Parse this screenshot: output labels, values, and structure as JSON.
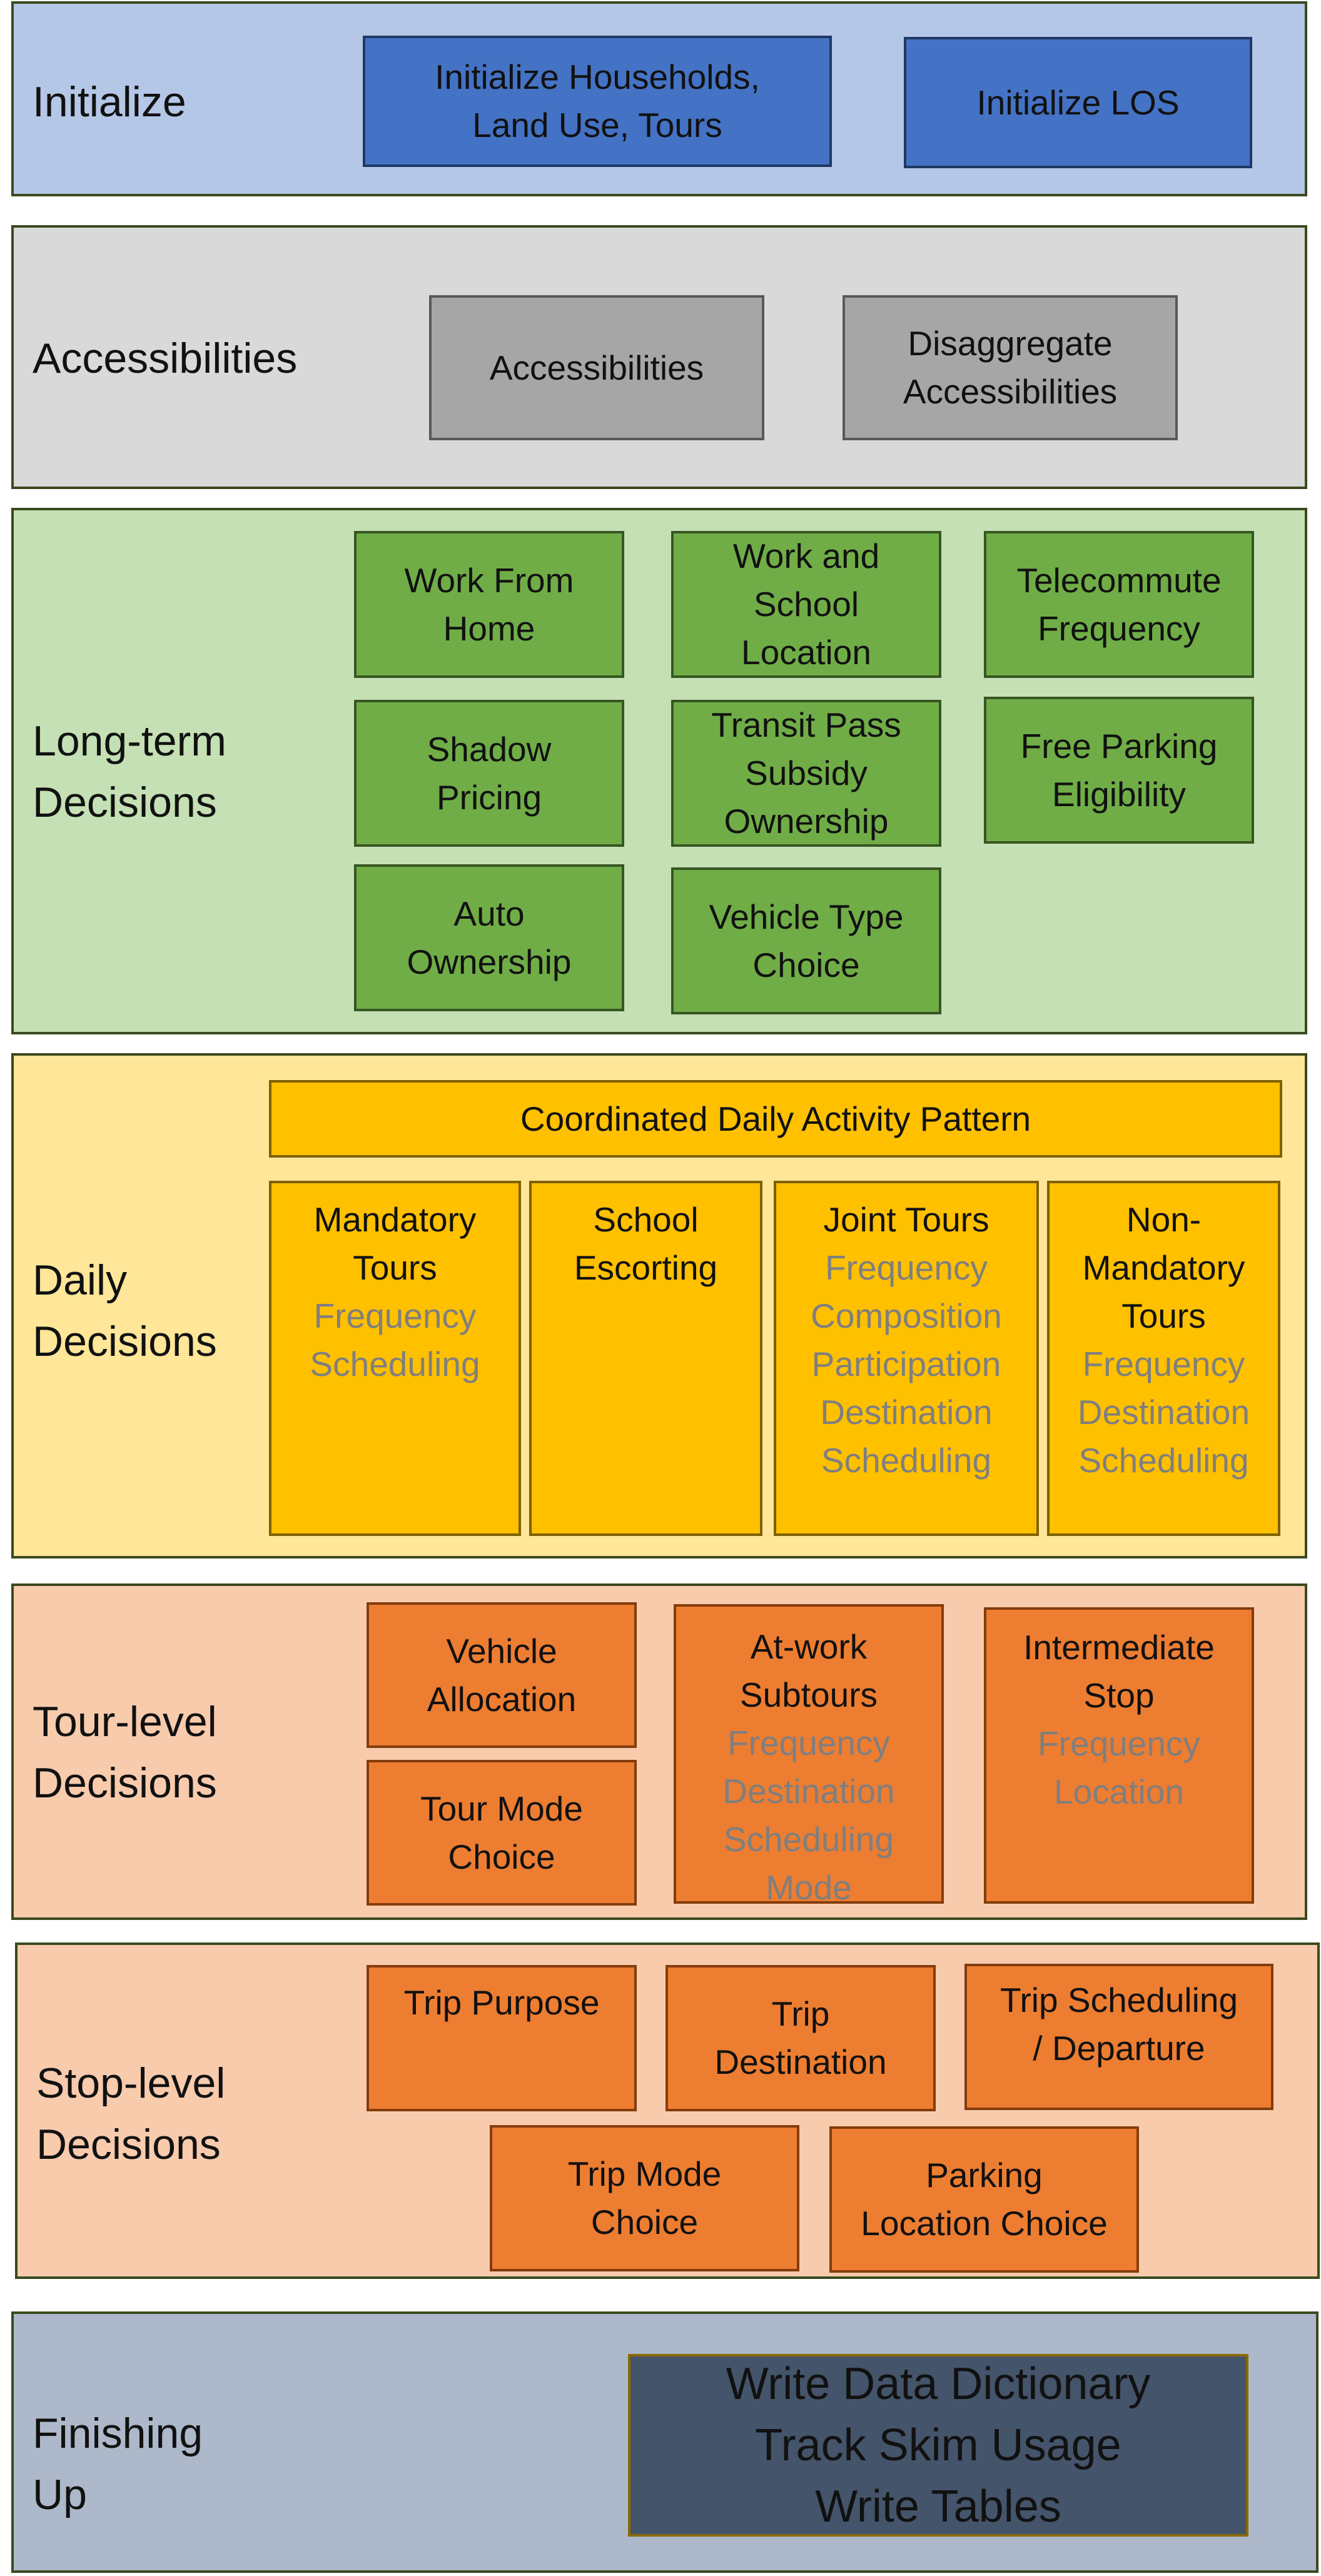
{
  "sections": {
    "initialize": {
      "label": [
        "Initialize"
      ],
      "boxes": [
        {
          "lines": [
            "Initialize Households,",
            "Land Use, Tours"
          ]
        },
        {
          "lines": [
            "Initialize LOS"
          ]
        }
      ]
    },
    "accessibilities": {
      "label": [
        "Accessibilities"
      ],
      "boxes": [
        {
          "lines": [
            "Accessibilities"
          ]
        },
        {
          "lines": [
            "Disaggregate",
            "Accessibilities"
          ]
        }
      ]
    },
    "longterm": {
      "label": [
        "Long-term",
        "Decisions"
      ],
      "boxes": [
        {
          "lines": [
            "Work From",
            "Home"
          ]
        },
        {
          "lines": [
            "Work and",
            "School",
            "Location"
          ]
        },
        {
          "lines": [
            "Telecommute",
            "Frequency"
          ]
        },
        {
          "lines": [
            "Shadow",
            "Pricing"
          ]
        },
        {
          "lines": [
            "Transit Pass",
            "Subsidy",
            "Ownership"
          ]
        },
        {
          "lines": [
            "Free Parking",
            "Eligibility"
          ]
        },
        {
          "lines": [
            "Auto",
            "Ownership"
          ]
        },
        {
          "lines": [
            "Vehicle Type",
            "Choice"
          ]
        }
      ]
    },
    "daily": {
      "label": [
        "Daily",
        "Decisions"
      ],
      "boxes": [
        {
          "lines": [
            "Coordinated Daily Activity Pattern"
          ]
        },
        {
          "lines": [
            "Mandatory",
            "Tours"
          ],
          "sub": [
            "Frequency",
            "Scheduling"
          ]
        },
        {
          "lines": [
            "School",
            "Escorting"
          ]
        },
        {
          "lines": [
            "Joint Tours"
          ],
          "sub": [
            "Frequency",
            "Composition",
            "Participation",
            "Destination",
            "Scheduling"
          ]
        },
        {
          "lines": [
            "Non-",
            "Mandatory",
            "Tours"
          ],
          "sub": [
            "Frequency",
            "Destination",
            "Scheduling"
          ]
        }
      ]
    },
    "tour": {
      "label": [
        "Tour-level",
        "Decisions"
      ],
      "boxes": [
        {
          "lines": [
            "Vehicle",
            "Allocation"
          ]
        },
        {
          "lines": [
            "Tour Mode",
            "Choice"
          ]
        },
        {
          "lines": [
            "At-work",
            "Subtours"
          ],
          "sub": [
            "Frequency",
            "Destination",
            "Scheduling",
            "Mode"
          ]
        },
        {
          "lines": [
            "Intermediate",
            "Stop"
          ],
          "sub": [
            "Frequency",
            "Location"
          ]
        }
      ]
    },
    "stop": {
      "label": [
        "Stop-level",
        "Decisions"
      ],
      "boxes": [
        {
          "lines": [
            "Trip Purpose"
          ]
        },
        {
          "lines": [
            "Trip",
            "Destination"
          ]
        },
        {
          "lines": [
            "Trip Scheduling",
            "/ Departure"
          ]
        },
        {
          "lines": [
            "Trip Mode",
            "Choice"
          ]
        },
        {
          "lines": [
            "Parking",
            "Location Choice"
          ]
        }
      ]
    },
    "finishing": {
      "label": [
        "Finishing",
        "Up"
      ],
      "boxes": [
        {
          "lines": [
            "Write Data Dictionary",
            "Track Skim Usage",
            "Write Tables"
          ]
        }
      ]
    }
  },
  "colors": {
    "initialize_bg": "#b4c7e7",
    "accessibilities_bg": "#d9d9d9",
    "longterm_bg": "#c5e0b4",
    "daily_bg": "#ffe699",
    "tour_bg": "#f8cbad",
    "stop_bg": "#f8cbad",
    "finishing_bg": "#adb9ca"
  }
}
